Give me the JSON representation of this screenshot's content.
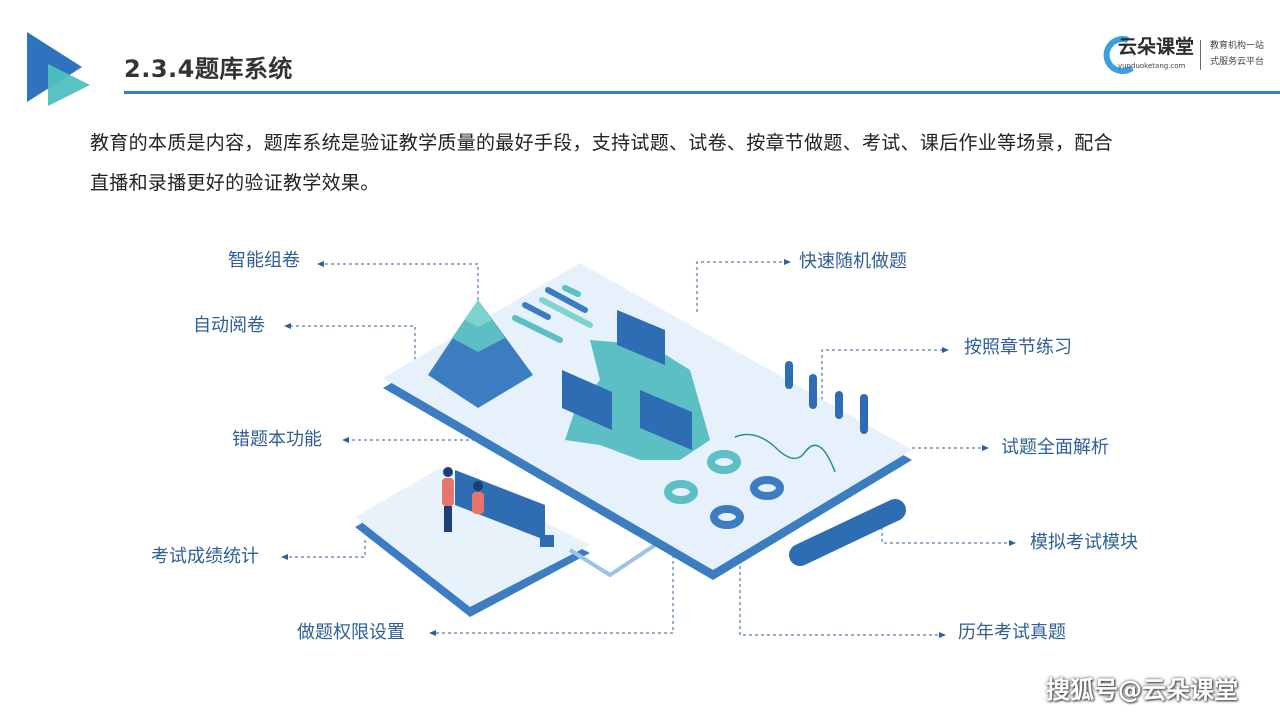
{
  "header": {
    "title": "2.3.4题库系统",
    "logo": {
      "name": "云朵课堂",
      "url": "yunduoketang.com",
      "tagline_1": "教育机构一站",
      "tagline_2": "式服务云平台"
    }
  },
  "intro": {
    "line_1": "教育的本质是内容，题库系统是验证教学质量的最好手段，支持试题、试卷、按章节做题、考试、课后作业等场景，配合",
    "line_2": "直播和录播更好的验证教学效果。"
  },
  "features": {
    "left": [
      "智能组卷",
      "自动阅卷",
      "错题本功能",
      "考试成绩统计",
      "做题权限设置"
    ],
    "right": [
      "快速随机做题",
      "按照章节练习",
      "试题全面解析",
      "模拟考试模块",
      "历年考试真题"
    ]
  },
  "watermark": "搜狐号@云朵课堂",
  "colors": {
    "primary": "#3b7dc0",
    "teal": "#5bbfc4",
    "label": "#2f5f95"
  }
}
